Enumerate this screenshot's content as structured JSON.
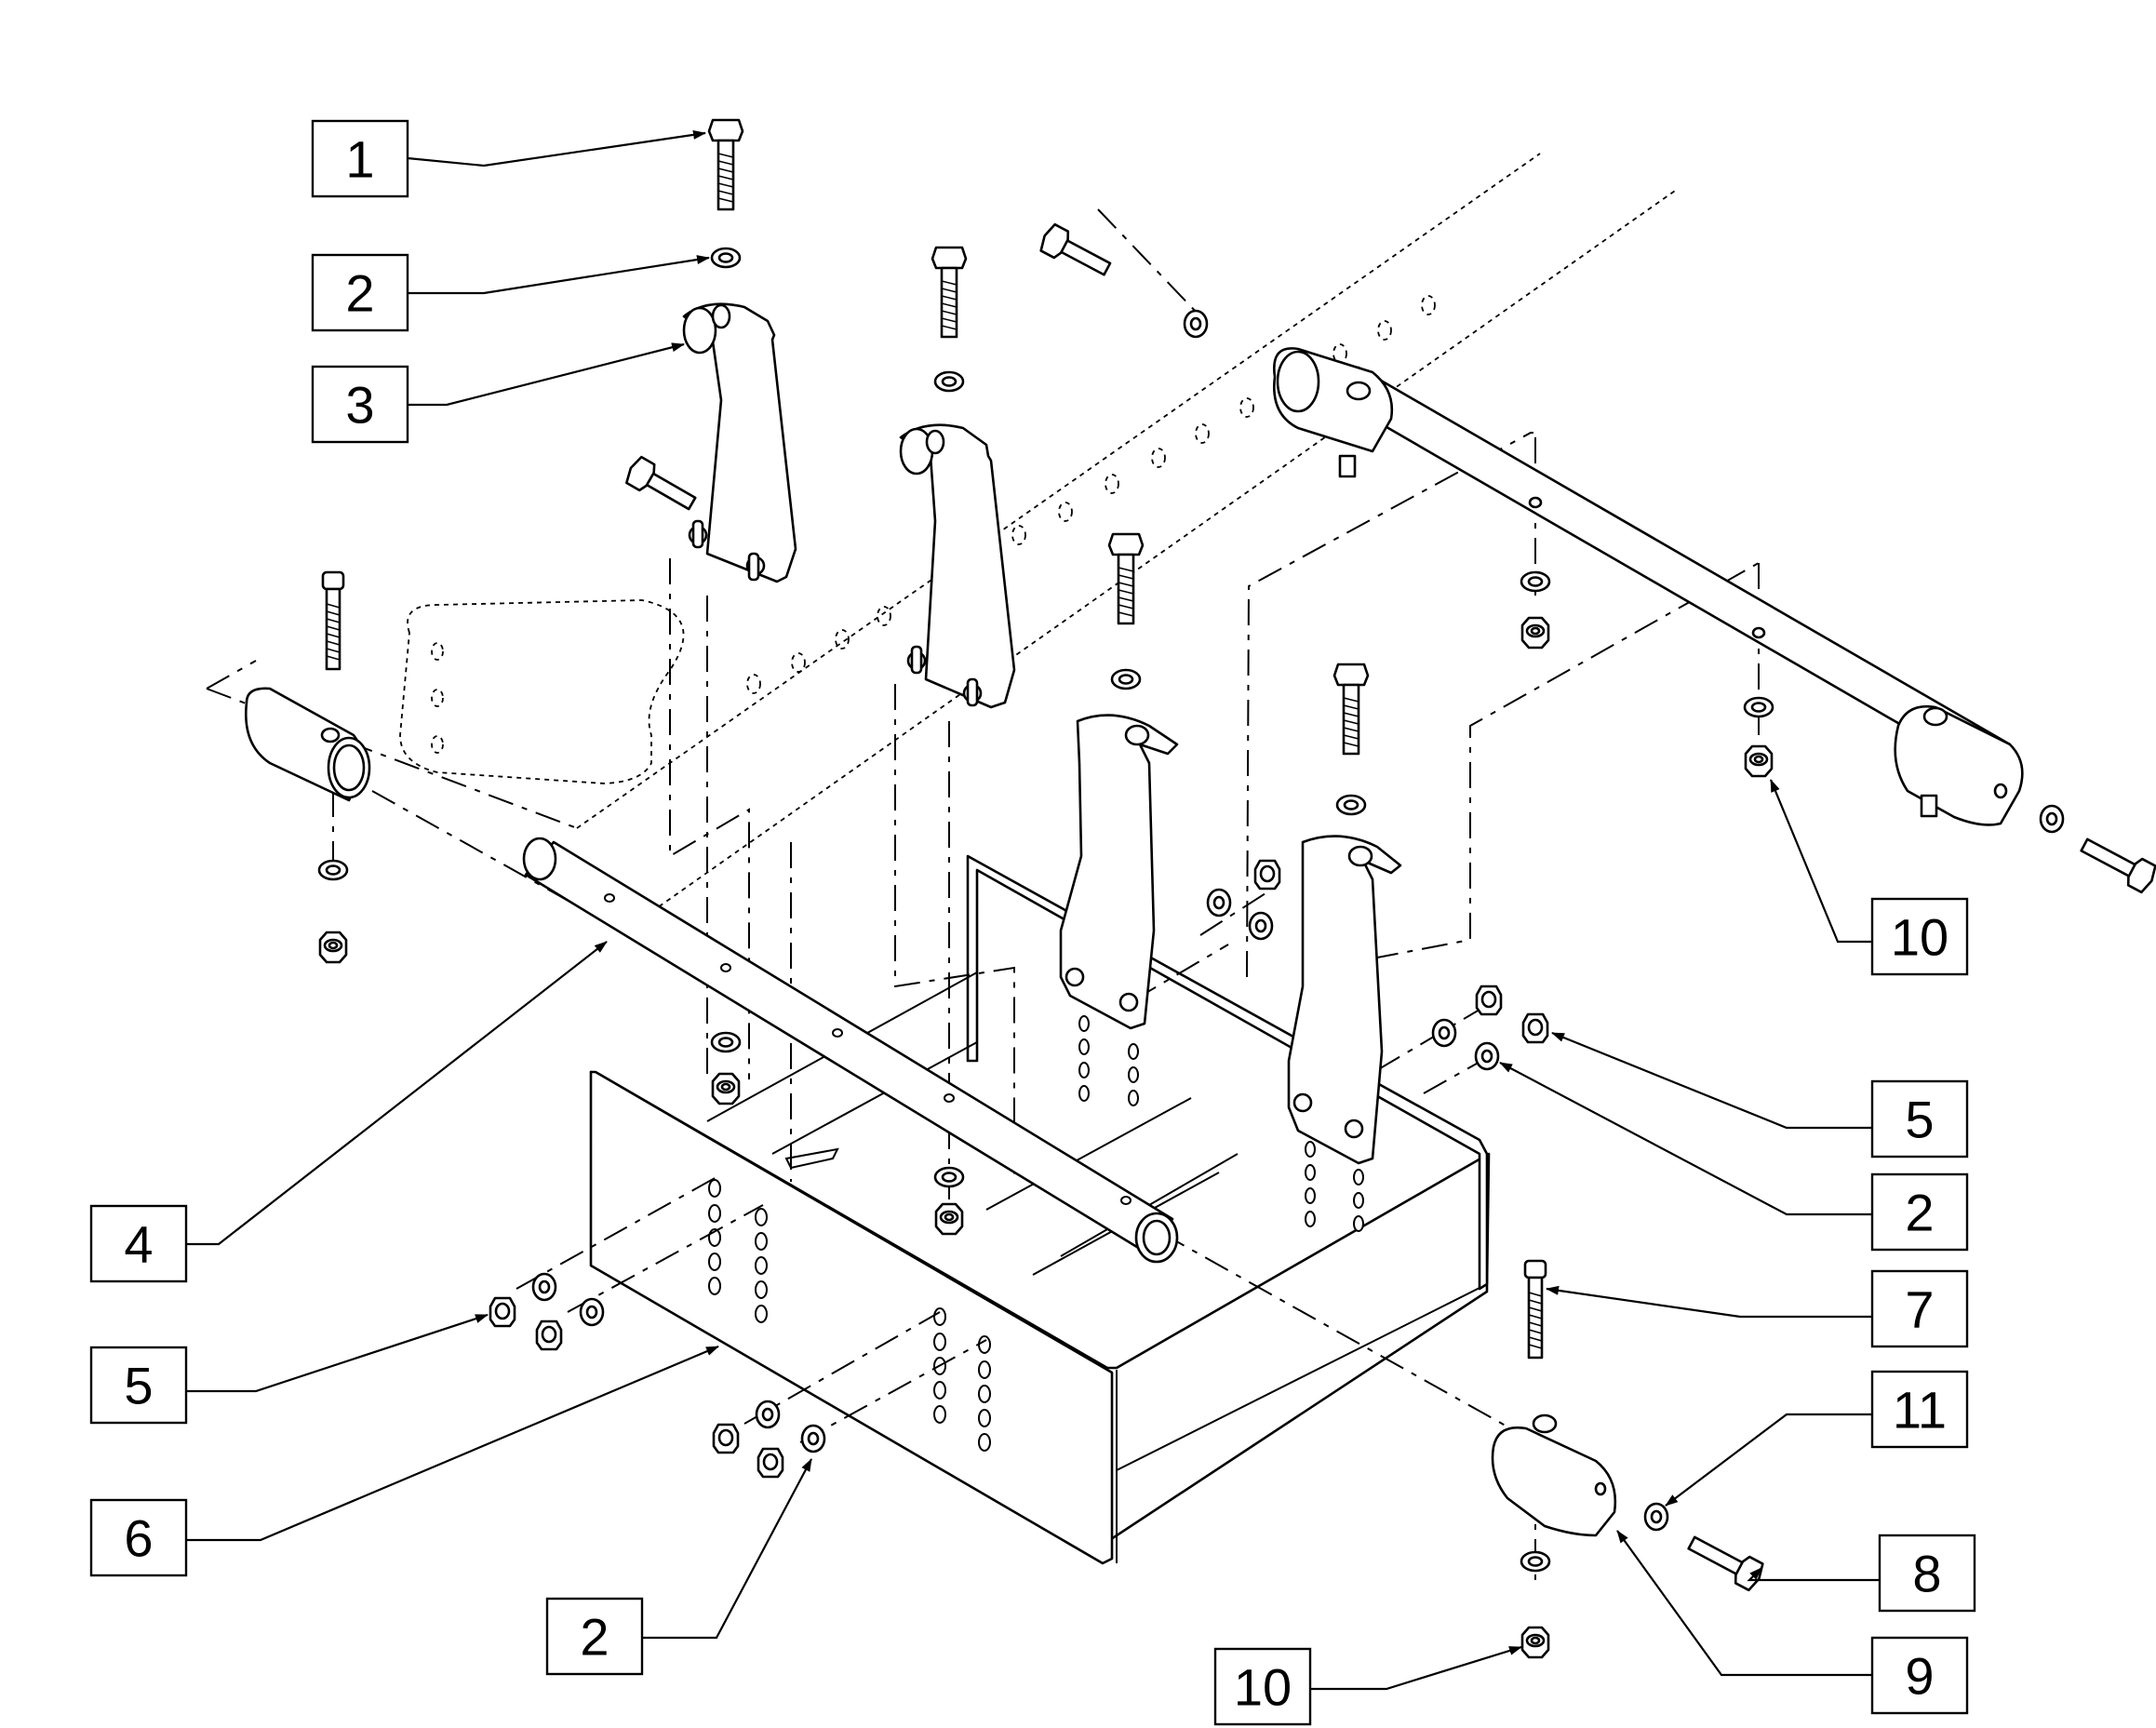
{
  "callouts": [
    {
      "label": "1"
    },
    {
      "label": "2"
    },
    {
      "label": "3"
    },
    {
      "label": "4"
    },
    {
      "label": "5"
    },
    {
      "label": "6"
    },
    {
      "label": "2"
    },
    {
      "label": "10"
    },
    {
      "label": "5"
    },
    {
      "label": "2"
    },
    {
      "label": "7"
    },
    {
      "label": "11"
    },
    {
      "label": "8"
    },
    {
      "label": "9"
    },
    {
      "label": "10"
    }
  ]
}
